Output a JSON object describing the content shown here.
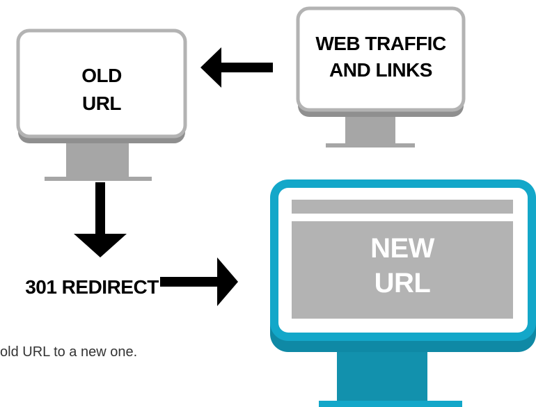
{
  "monitors": {
    "traffic": {
      "line1": "WEB TRAFFIC",
      "line2": "AND LINKS"
    },
    "old": {
      "line1": "OLD",
      "line2": "URL"
    },
    "new": {
      "line1": "NEW",
      "line2": "URL"
    }
  },
  "redirect_label": "301 REDIRECT",
  "caption": "old URL to a new one.",
  "colors": {
    "old_border": "#b3b3b3",
    "old_shadow": "#8f8f8f",
    "stand_gray": "#a6a6a6",
    "new_border": "#13a7c9",
    "new_shadow": "#0f89a5",
    "new_stand": "#1291ad",
    "new_panel": "#b3b3b3",
    "arrow": "#000000"
  }
}
